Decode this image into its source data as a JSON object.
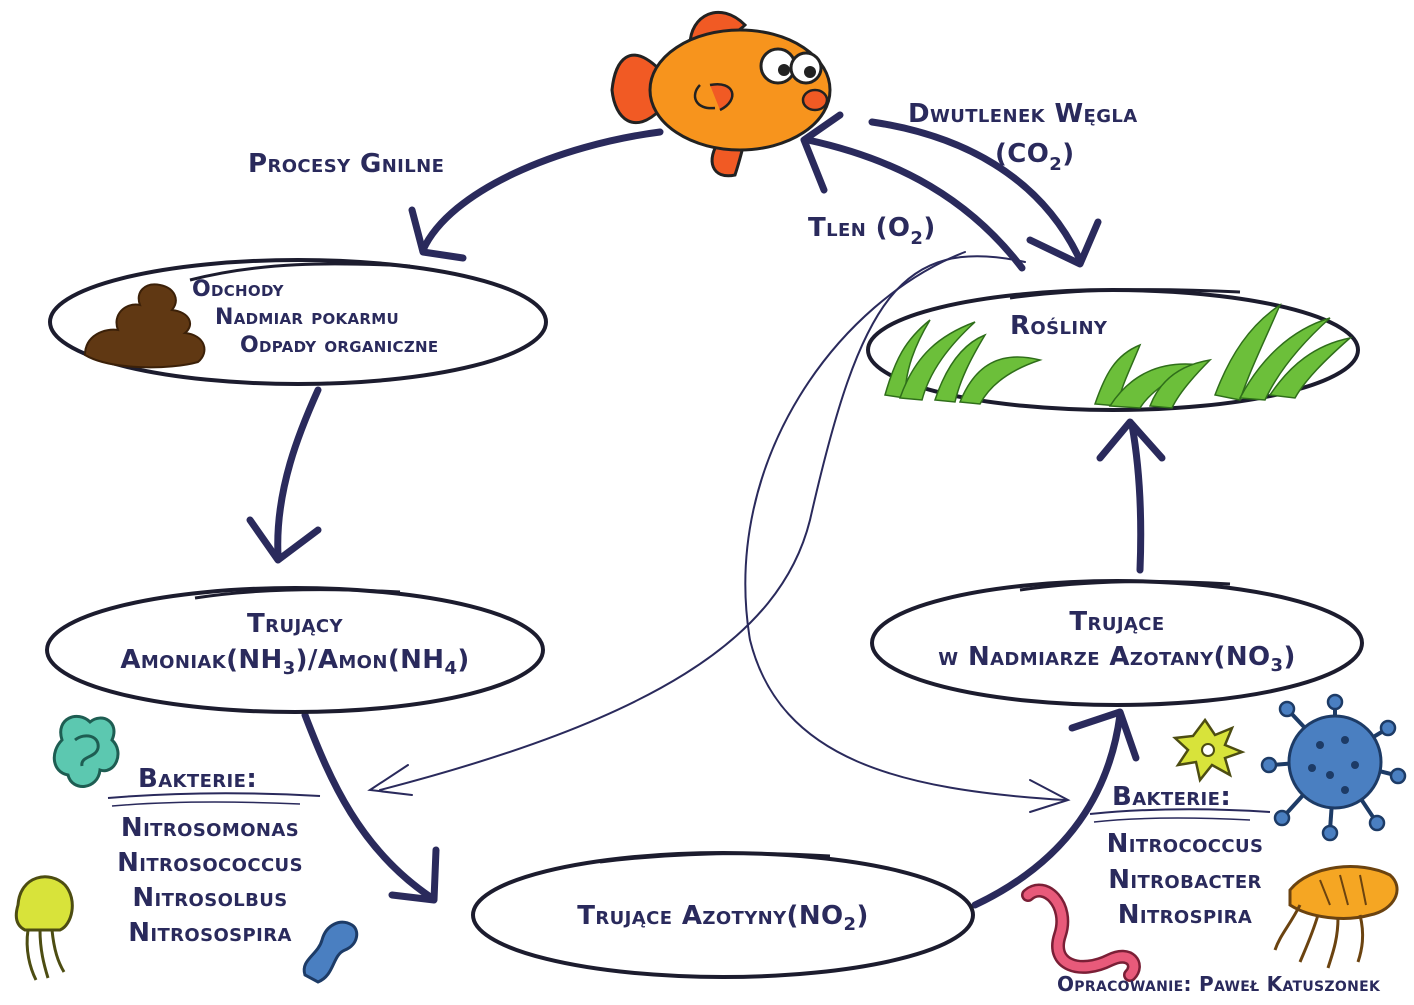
{
  "cycle": {
    "processes_label": "Procesy Gnilne",
    "co2_label": "Dwutlenek Węgla",
    "co2_formula": "(CO",
    "co2_sub": "2",
    "co2_close": ")",
    "o2_label": "Tlen (O",
    "o2_sub": "2",
    "o2_close": ")"
  },
  "nodes": {
    "waste": {
      "line1": "Odchody",
      "line2": "Nadmiar pokarmu",
      "line3": "Odpady organiczne"
    },
    "plants": {
      "label": "Rośliny"
    },
    "ammonia": {
      "line1": "Trujący",
      "line2_a": "Amoniak(NH",
      "line2_sub1": "3",
      "line2_b": ")/Amon(NH",
      "line2_sub2": "4",
      "line2_c": ")"
    },
    "nitrites": {
      "label_a": "Trujące Azotyny(NO",
      "label_sub": "2",
      "label_c": ")"
    },
    "nitrates": {
      "line1": "Trujące",
      "line2_a": "w Nadmiarze Azotany(NO",
      "line2_sub": "3",
      "line2_c": ")"
    }
  },
  "bacteria_left": {
    "heading": "Bakterie:",
    "items": [
      "Nitrosomonas",
      "Nitrosococcus",
      "Nitrosolbus",
      "Nitrosospira"
    ]
  },
  "bacteria_right": {
    "heading": "Bakterie:",
    "items": [
      "Nitrococcus",
      "Nitrobacter",
      "Nitrospira"
    ]
  },
  "credit": "Opracowanie: Paweł Katuszonek",
  "colors": {
    "ink": "#2a2a5c",
    "fish_body": "#f7941d",
    "fish_fin": "#f15a24",
    "poop": "#603813",
    "grass": "#5aa02c",
    "microbe_teal": "#5cc8b0",
    "microbe_blue": "#4a7fc1",
    "microbe_yellow": "#d8e33a",
    "microbe_pink": "#e85a7a",
    "microbe_orange": "#f5a623"
  }
}
